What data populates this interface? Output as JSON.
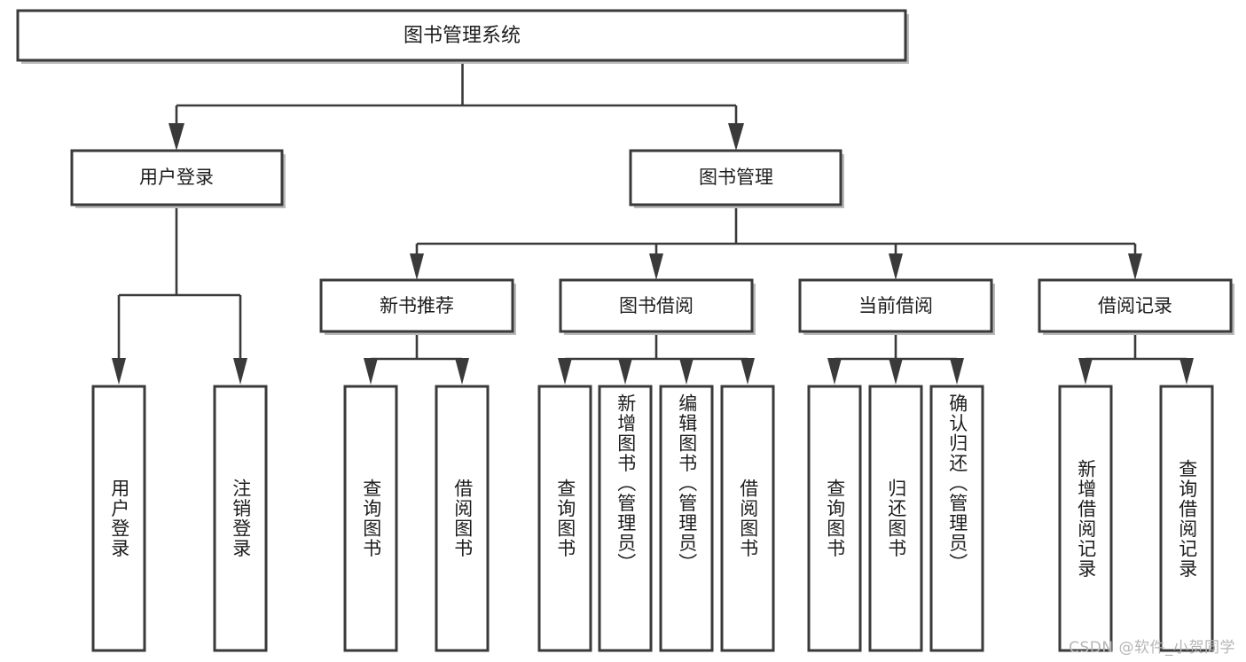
{
  "diagram": {
    "title": "图书管理系统",
    "type": "tree",
    "colors": {
      "box_stroke": "#3a3a3a",
      "box_fill": "#ffffff",
      "connector": "#3a3a3a",
      "text": "#1d1d1d",
      "watermark": "#b6b6b6",
      "background": "#ffffff"
    },
    "root": {
      "id": "root",
      "label": "图书管理系统"
    },
    "level2": [
      {
        "id": "user-login",
        "label": "用户登录"
      },
      {
        "id": "book-management",
        "label": "图书管理"
      }
    ],
    "level3": [
      {
        "id": "new-book-recommend",
        "label": "新书推荐",
        "parent": "book-management"
      },
      {
        "id": "book-borrow",
        "label": "图书借阅",
        "parent": "book-management"
      },
      {
        "id": "current-borrow",
        "label": "当前借阅",
        "parent": "book-management"
      },
      {
        "id": "borrow-record",
        "label": "借阅记录",
        "parent": "book-management"
      }
    ],
    "leaves": [
      {
        "id": "leaf-user-login",
        "label": "用户登录",
        "parent": "user-login"
      },
      {
        "id": "leaf-user-logout",
        "label": "注销登录",
        "parent": "user-login"
      },
      {
        "id": "leaf-query-book-1",
        "label": "查询图书",
        "parent": "new-book-recommend"
      },
      {
        "id": "leaf-borrow-book-1",
        "label": "借阅图书",
        "parent": "new-book-recommend"
      },
      {
        "id": "leaf-query-book-2",
        "label": "查询图书",
        "parent": "book-borrow"
      },
      {
        "id": "leaf-add-book",
        "label": "新增图书（管理员）",
        "parent": "book-borrow"
      },
      {
        "id": "leaf-edit-book",
        "label": "编辑图书（管理员）",
        "parent": "book-borrow"
      },
      {
        "id": "leaf-borrow-book-2",
        "label": "借阅图书",
        "parent": "book-borrow"
      },
      {
        "id": "leaf-query-book-3",
        "label": "查询图书",
        "parent": "current-borrow"
      },
      {
        "id": "leaf-return-book",
        "label": "归还图书",
        "parent": "current-borrow"
      },
      {
        "id": "leaf-confirm-return",
        "label": "确认归还（管理员）",
        "parent": "current-borrow"
      },
      {
        "id": "leaf-add-record",
        "label": "新增借阅记录",
        "parent": "borrow-record"
      },
      {
        "id": "leaf-query-record",
        "label": "查询借阅记录",
        "parent": "borrow-record"
      }
    ]
  },
  "watermark": {
    "text": "CSDN @软件_小贺同学"
  }
}
